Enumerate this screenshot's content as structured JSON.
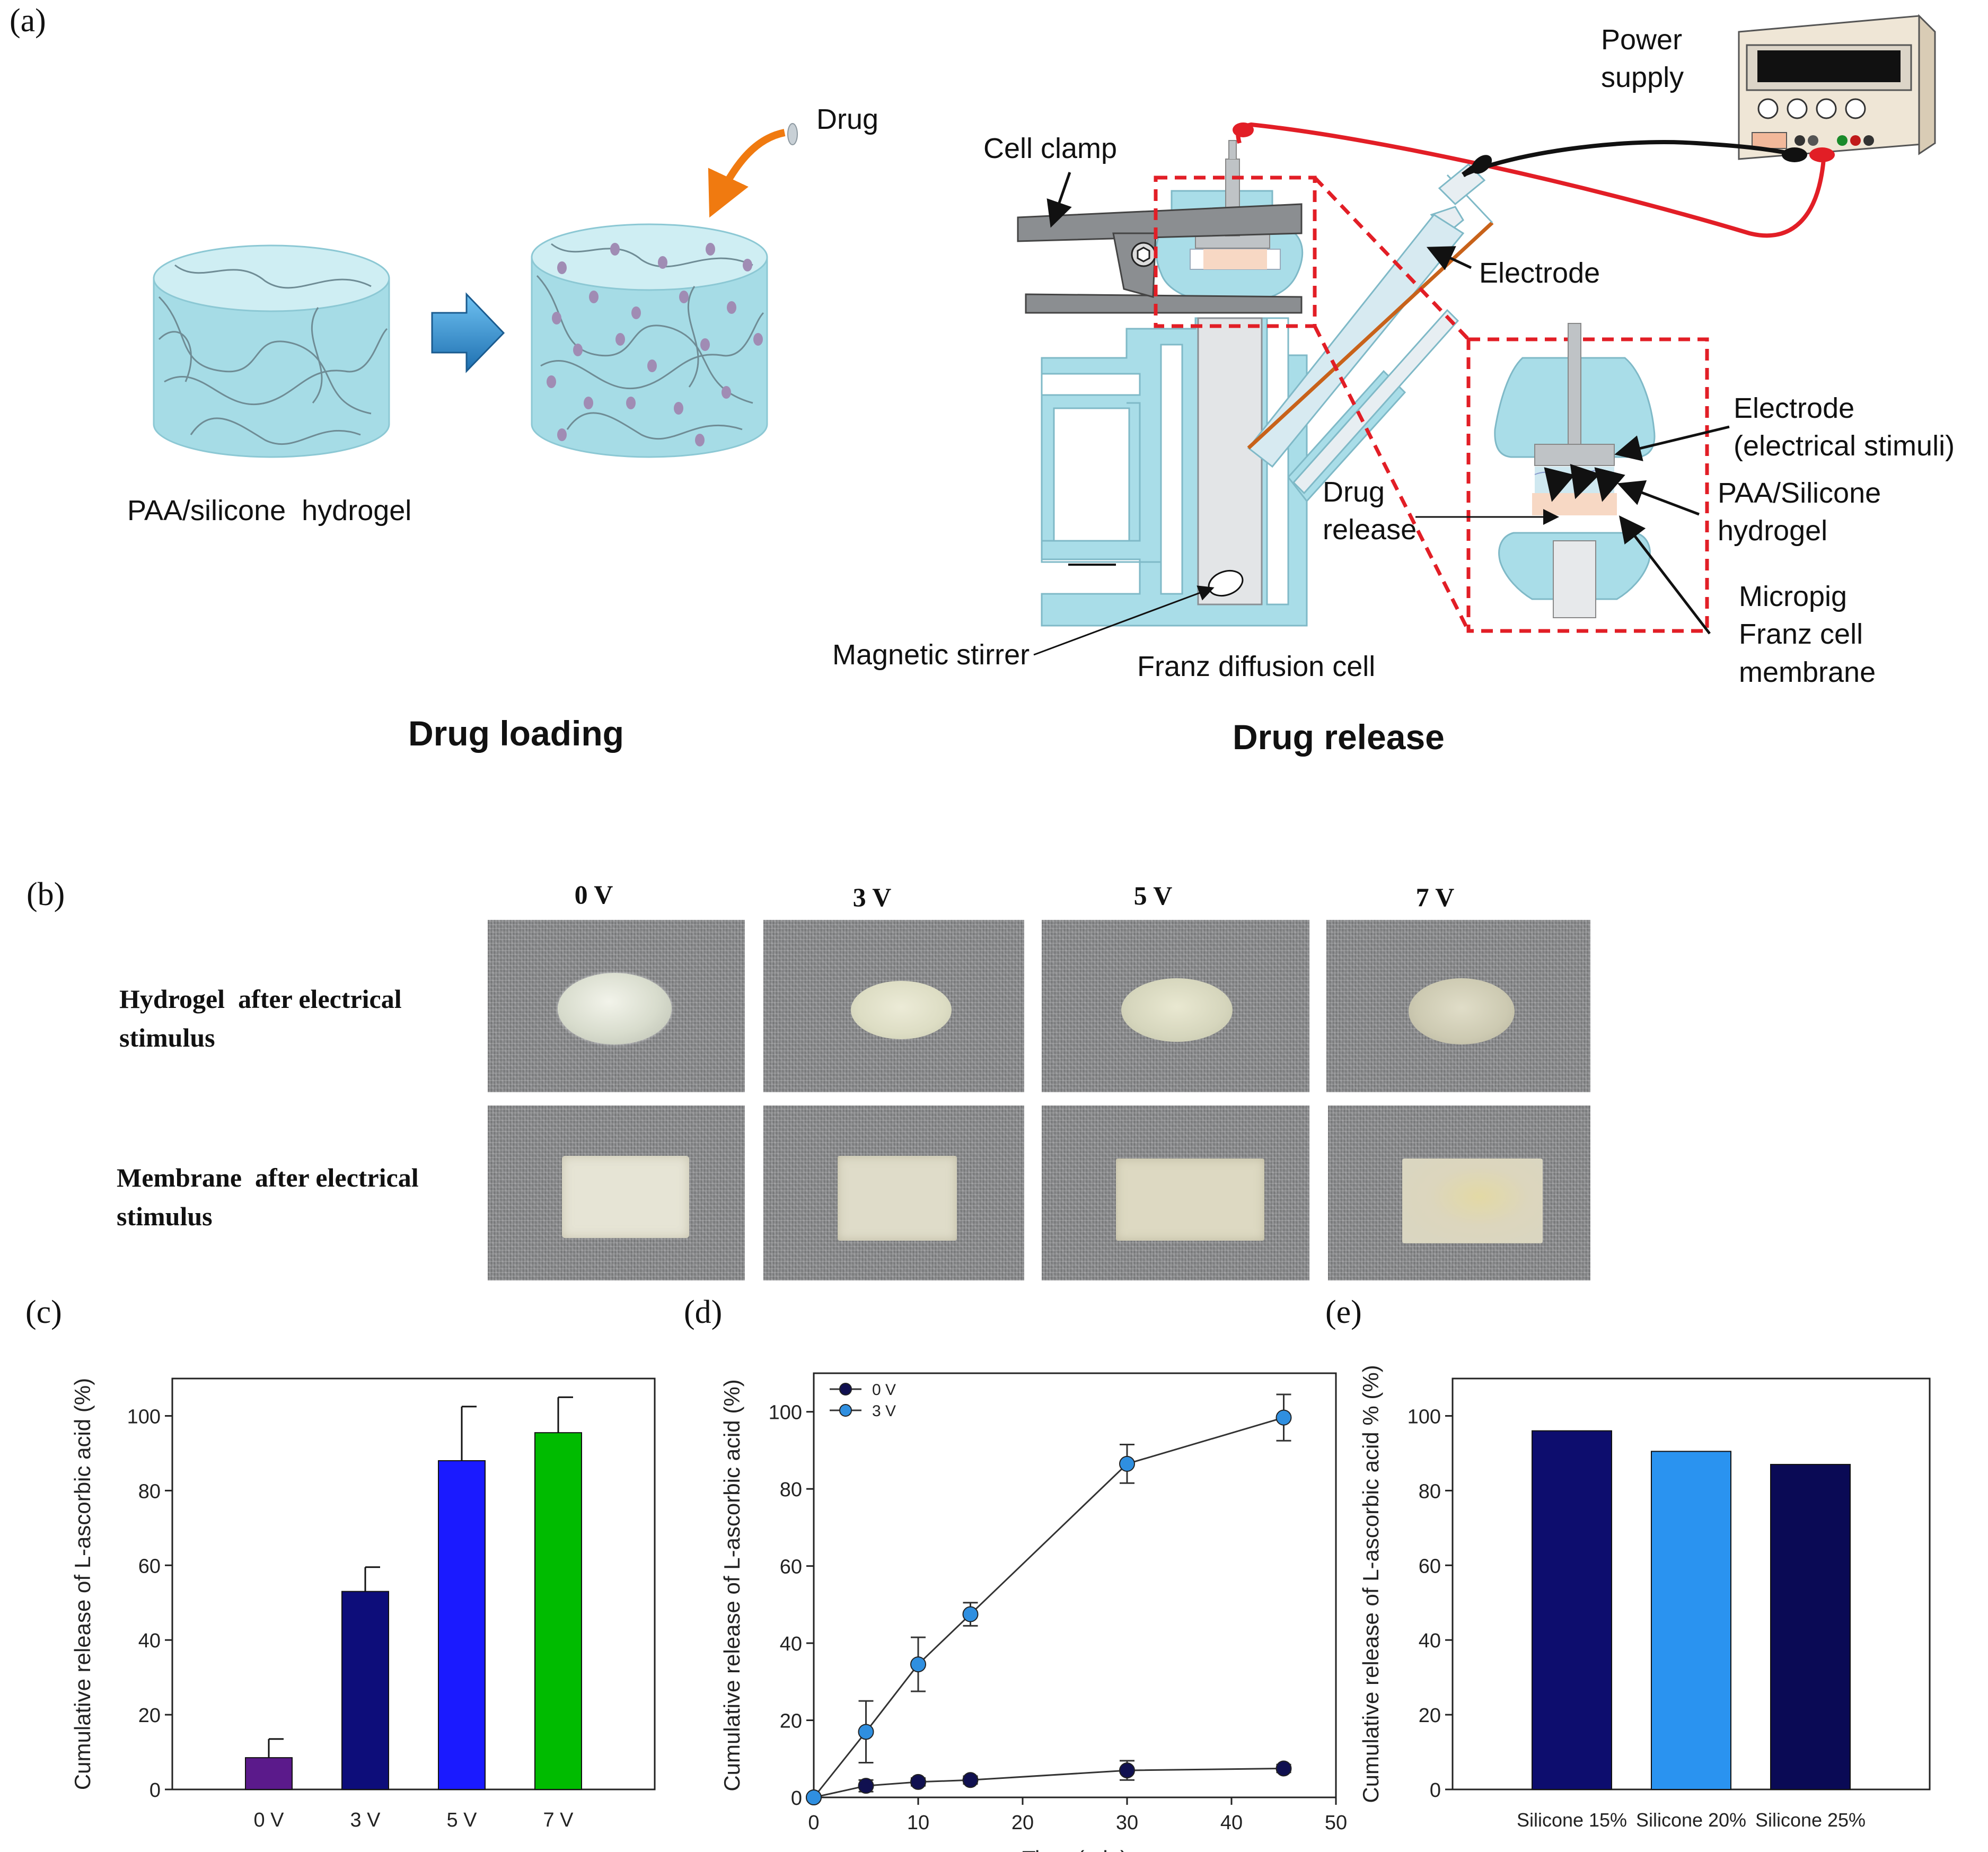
{
  "panel_labels": {
    "a": "(a)",
    "b": "(b)",
    "c": "(c)",
    "d": "(d)",
    "e": "(e)"
  },
  "diagram": {
    "drug": "Drug",
    "hydrogel": "PAA/silicone  hydrogel",
    "drug_loading": "Drug loading",
    "power_supply": [
      "Power",
      "supply"
    ],
    "cell_clamp": "Cell clamp",
    "electrode": "Electrode",
    "electrode_detail": [
      "Electrode",
      "(electrical stimuli)"
    ],
    "paa_silicone": [
      "PAA/Silicone",
      "hydrogel"
    ],
    "drug_release_label": [
      "Drug",
      "release"
    ],
    "micropig": [
      "Micropig",
      "Franz cell",
      "membrane"
    ],
    "magnetic_stirrer": "Magnetic stirrer",
    "franz_cell": "Franz diffusion cell",
    "drug_release_title": "Drug release"
  },
  "photos": {
    "voltages": [
      "0 V",
      "3 V",
      "5 V",
      "7 V"
    ],
    "row1_label": [
      "Hydrogel  after electrical",
      "stimulus"
    ],
    "row2_label": [
      "Membrane  after electrical",
      "stimulus"
    ]
  },
  "chart_data": [
    {
      "type": "bar",
      "panel": "(c)",
      "categories": [
        "0 V",
        "3 V",
        "5 V",
        "7 V"
      ],
      "values": [
        8.5,
        53,
        88,
        95.5
      ],
      "errors": [
        5,
        6.5,
        14.5,
        9.5
      ],
      "colors": [
        "#5b1a8b",
        "#0d0d7a",
        "#1a1aff",
        "#00bb00"
      ],
      "ylabel": "Cumulative release of L-ascorbic acid (%)",
      "ylim": [
        0,
        110
      ],
      "yticks": [
        0,
        20,
        40,
        60,
        80,
        100
      ]
    },
    {
      "type": "line",
      "panel": "(d)",
      "x": [
        0,
        5,
        10,
        15,
        30,
        45
      ],
      "series": [
        {
          "name": "0 V",
          "values": [
            0,
            3,
            4,
            4.5,
            7,
            7.5
          ],
          "errors": [
            0,
            1.5,
            1,
            1,
            2.5,
            1
          ],
          "color": "#101050"
        },
        {
          "name": "3 V",
          "values": [
            0,
            17,
            34.5,
            47.5,
            86.5,
            98.5
          ],
          "errors": [
            0,
            8,
            7,
            3,
            5,
            6
          ],
          "color": "#2f8fe0"
        }
      ],
      "xlabel": "Time (min)",
      "ylabel": "Cumulative release of L-ascorbic acid (%)",
      "xlim": [
        0,
        50
      ],
      "ylim": [
        0,
        110
      ],
      "xticks": [
        0,
        10,
        20,
        30,
        40,
        50
      ],
      "yticks": [
        0,
        20,
        40,
        60,
        80,
        100
      ],
      "legend": "top-left"
    },
    {
      "type": "bar",
      "panel": "(e)",
      "categories": [
        "Silicone 15%",
        "Silicone 20%",
        "Silicone 25%"
      ],
      "values": [
        96,
        90.5,
        87
      ],
      "colors": [
        "#0d0d6e",
        "#2a93f0",
        "#0a0a55"
      ],
      "ylabel": "Cumulative release of L-ascorbic acid % (%)",
      "ylim": [
        0,
        110
      ],
      "yticks": [
        0,
        20,
        40,
        60,
        80,
        100
      ]
    }
  ]
}
